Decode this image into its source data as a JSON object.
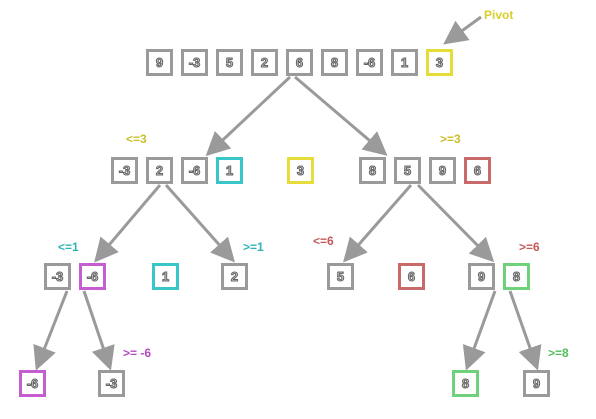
{
  "colors": {
    "edge": "#9a9a9a",
    "gray": "#9a9a9a",
    "yellow": "#e6dd3a",
    "cyan": "#39c6c8",
    "red": "#c96a6a",
    "purple": "#c45ed0",
    "green": "#6fd27a"
  },
  "pivot_label": "Pivot",
  "level0": {
    "array": [
      "9",
      "-3",
      "5",
      "2",
      "6",
      "8",
      "-6",
      "1",
      "3"
    ]
  },
  "level1": {
    "left": {
      "cond": "<=3",
      "array": [
        "-3",
        "2",
        "-6",
        "1"
      ]
    },
    "pivot": "3",
    "right": {
      "cond": ">=3",
      "array": [
        "8",
        "5",
        "9",
        "6"
      ]
    }
  },
  "level2": {
    "ll": {
      "cond": "<=1",
      "array": [
        "-3",
        "-6"
      ]
    },
    "lpivot": "1",
    "lr": {
      "cond": ">=1",
      "array": [
        "2"
      ]
    },
    "rl": {
      "cond": "<=6",
      "array": [
        "5"
      ]
    },
    "rpivot": "6",
    "rr": {
      "cond": ">=6",
      "array": [
        "9",
        "8"
      ]
    }
  },
  "level3": {
    "lll": {
      "array": [
        "-6"
      ]
    },
    "llr": {
      "cond": ">= -6",
      "array": [
        "-3"
      ]
    },
    "rrl": {
      "array": [
        "8"
      ]
    },
    "rrr": {
      "cond": ">=8",
      "array": [
        "9"
      ]
    }
  }
}
